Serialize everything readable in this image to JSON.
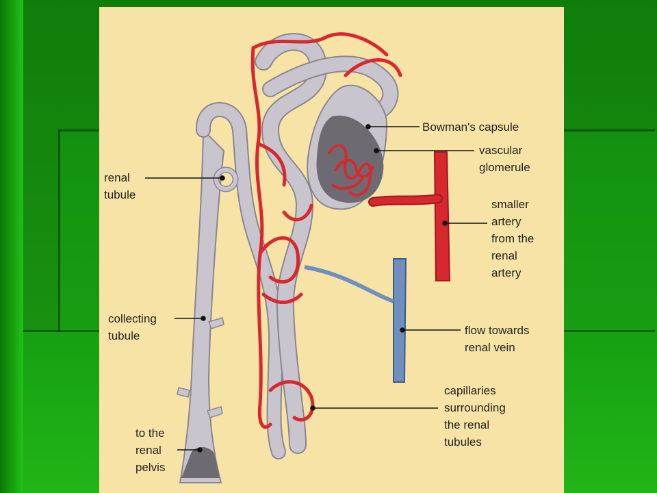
{
  "colors": {
    "background_green": "#1a8f10",
    "panel": "#f8e3a6",
    "artery_red": "#d9272f",
    "vein_blue": "#6f8fbf",
    "tubule_grey": "#c9c5cf",
    "capsule_dark": "#6d6a72"
  },
  "labels": {
    "bowmans_capsule": "Bowman's capsule",
    "vascular_glomerule": "vascular\nglomerule",
    "renal_tubule": "renal\ntubule",
    "smaller_artery": "smaller\nartery\nfrom the\nrenal\nartery",
    "collecting_tubule": "collecting\ntubule",
    "flow_towards_vein": "flow towards\nrenal vein",
    "capillaries": "capillaries\nsurrounding\nthe renal\ntubules",
    "to_renal_pelvis": "to the\nrenal\npelvis"
  }
}
